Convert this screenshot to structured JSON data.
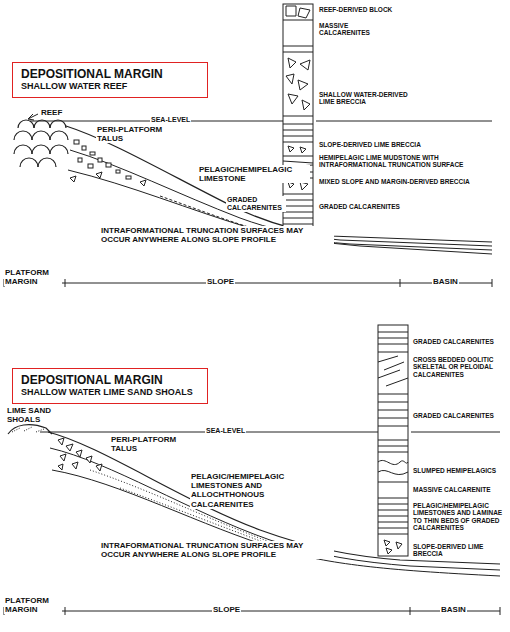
{
  "diagram": {
    "nodes": [
      {
        "text": [
          "DEPOSITIONAL MARGIN",
          "SHALLOW WATER REEF"
        ]
      },
      {
        "text": [
          "DEPOSITIONAL MARGIN",
          "SHALLOW WATER LIME SAND SHOALS"
        ]
      }
    ],
    "labels": [
      "REEF",
      "PERI-PLATFORM TALUS",
      "SEA-LEVEL",
      "PELAGIC/HEMIPELAGIC LIMESTONE",
      "GRADED CALCARENITES",
      "INTRAFORMATIONAL TRUNCATION SURFACES MAY OCCUR ANYWHERE ALONG SLOPE PROFILE",
      "PLATFORM MARGIN",
      "SLOPE",
      "BASIN",
      "REEF-DERIVED BLOCK",
      "MASSIVE CALCARENITES",
      "SHALLOW WATER-DERIVED LIME BRECCIA",
      "SLOPE-DERIVED LIME BRECCIA",
      "HEMIPELAGIC LIME MUDSTONE WITH INTRAFORMATIONAL TRUNCATION SURFACE",
      "MIXED SLOPE AND MARGIN-DERIVED BRECCIA",
      "GRADED CALCARENITES",
      "LIME SAND SHOALS",
      "PERI-PLATFORM TALUS",
      "SEA-LEVEL",
      "PELAGIC/HEMIPELAGIC LIMESTONES AND ALLOCHTHONOUS CALCARENITES",
      "INTRAFORMATIONAL TRUNCATION SURFACES MAY OCCUR ANYWHERE ALONG SLOPE PROFILE",
      "PLATFORM MARGIN",
      "SLOPE",
      "BASIN",
      "GRADED CALCARENITES",
      "CROSS BEDDED OOLITIC SKELETAL OR PELOIDAL CALCARENITES",
      "GRADED CALCARENITES",
      "SLUMPED HEMIPELAGICS",
      "MASSIVE CALCARENITE",
      "PELAGIC/HEMIPELAGIC LIMESTONES AND LAMINAE TO THIN BEDS OF GRADED CALCARENITES",
      "SLOPE-DERIVED LIME BRECCIA"
    ]
  }
}
